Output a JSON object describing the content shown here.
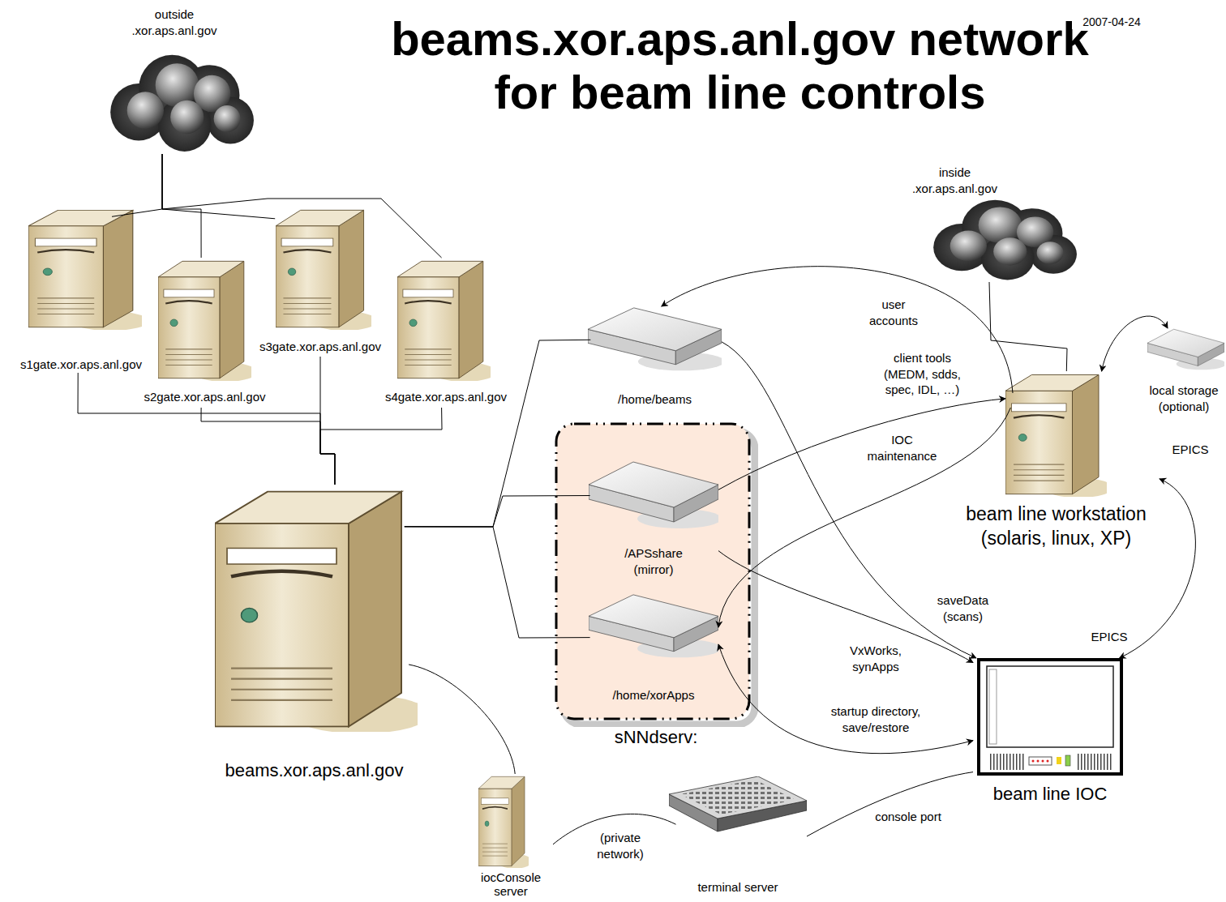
{
  "diagram": {
    "title": "beams.xor.aps.anl.gov network for beam line controls",
    "nodes": [
      {
        "text": [
          "outside .xor.aps.anl.gov"
        ]
      },
      {
        "text": [
          "s1gate.xor.aps.anl.gov"
        ]
      },
      {
        "text": [
          "s2gate.xor.aps.anl.gov"
        ]
      },
      {
        "text": [
          "s3gate.xor.aps.anl.gov"
        ]
      },
      {
        "text": [
          "s4gate.xor.aps.anl.gov"
        ]
      },
      {
        "text": [
          "/home/beams"
        ]
      },
      {
        "text": [
          "sNNdserv:"
        ]
      },
      {
        "text": [
          "/APSshare (mirror)"
        ],
        "in": 6
      },
      {
        "text": [
          "/home/xorApps"
        ],
        "in": 6
      },
      {
        "text": [
          "beams.xor.aps.anl.gov"
        ]
      },
      {
        "text": [
          "inside .xor.aps.anl.gov"
        ]
      },
      {
        "text": [
          "beam line workstation (solaris, linux, XP)"
        ]
      },
      {
        "text": [
          "local storage (optional)"
        ]
      },
      {
        "text": [
          "beam line IOC"
        ]
      },
      {
        "text": [
          "iocConsole server"
        ]
      },
      {
        "text": [
          "terminal server"
        ]
      }
    ],
    "edges": [
      {
        "from": 0,
        "to": 1,
        "arrow": "none"
      },
      {
        "from": 0,
        "to": 2,
        "arrow": "none"
      },
      {
        "from": 0,
        "to": 3,
        "arrow": "none"
      },
      {
        "from": 0,
        "to": 4,
        "arrow": "none"
      },
      {
        "from": 1,
        "to": 9,
        "arrow": "none"
      },
      {
        "from": 2,
        "to": 9,
        "arrow": "none"
      },
      {
        "from": 3,
        "to": 9,
        "arrow": "none"
      },
      {
        "from": 4,
        "to": 9,
        "arrow": "none"
      },
      {
        "from": 9,
        "to": 5,
        "arrow": "none"
      },
      {
        "from": 9,
        "to": 7,
        "arrow": "none"
      },
      {
        "from": 9,
        "to": 8,
        "arrow": "none"
      },
      {
        "from": 11,
        "to": 5,
        "label": "user accounts",
        "arrow": "to"
      },
      {
        "from": 7,
        "to": 11,
        "label": "client tools (MEDM, sdds, spec, IDL, …)",
        "arrow": "to"
      },
      {
        "from": 11,
        "to": 8,
        "label": "IOC maintenance",
        "arrow": "to"
      },
      {
        "from": 10,
        "to": 11,
        "arrow": "none"
      },
      {
        "from": 11,
        "to": 12,
        "arrow": "both"
      },
      {
        "from": 11,
        "to": 13,
        "label": "EPICS",
        "arrow": "both"
      },
      {
        "from": 5,
        "to": 13,
        "label": "saveData (scans)",
        "arrow": "to"
      },
      {
        "from": 7,
        "to": 13,
        "label": "VxWorks, synApps",
        "arrow": "to"
      },
      {
        "from": 8,
        "to": 13,
        "label": "startup directory, save/restore",
        "arrow": "both"
      },
      {
        "from": 9,
        "to": 14,
        "arrow": "none"
      },
      {
        "from": 14,
        "to": 15,
        "label": "(private network)",
        "arrow": "none"
      },
      {
        "from": 15,
        "to": 13,
        "label": "console port",
        "arrow": "none"
      }
    ],
    "labels": [
      "2007-04-24",
      "EPICS"
    ]
  }
}
